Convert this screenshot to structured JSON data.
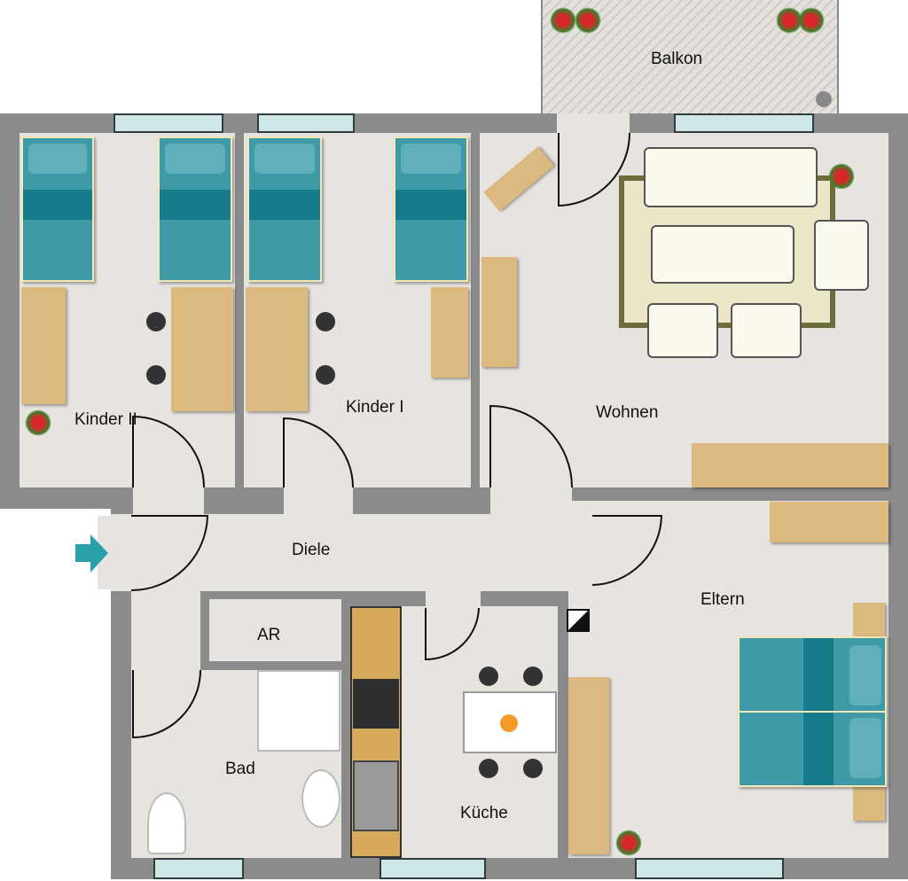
{
  "rooms": {
    "balkon": "Balkon",
    "kinder_ii": "Kinder II",
    "kinder_i": "Kinder I",
    "wohnen": "Wohnen",
    "diele": "Diele",
    "ar": "AR",
    "bad": "Bad",
    "kueche": "Küche",
    "eltern": "Eltern"
  },
  "icons": {
    "entrance": "entrance-arrow-icon"
  },
  "colors": {
    "wall": "#8b8b8b",
    "floor": "#e7e4df",
    "bed": "#3f9aa8",
    "wood": "#dcb97e",
    "entrance_arrow": "#2aa0a8"
  }
}
